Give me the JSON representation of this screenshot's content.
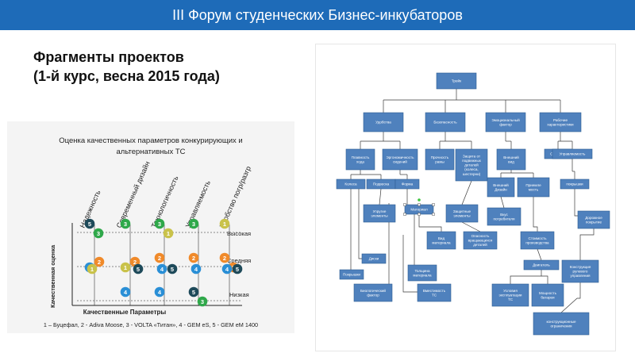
{
  "banner": {
    "title": "III Форум студенческих Бизнес-инкубаторов",
    "bg": "#1e6bb8"
  },
  "subtitle": {
    "line1": "Фрагменты проектов",
    "line2": "(1-й курс, весна 2015 года)"
  },
  "matrix": {
    "title_line1": "Оценка качественных параметров конкурирующих и",
    "title_line2": "альтернативных ТС",
    "params": [
      "Надежность",
      "Современный дизайн",
      "Технологичность",
      "Управляемость",
      "Удобство погр/разгр"
    ],
    "levels": [
      "Высокая",
      "Средняя",
      "Низкая"
    ],
    "ylabel": "Качественная оценка",
    "xlabel": "Качественные Параметры",
    "caption": "1 – Буцефал, 2 - Adiva Moose, 3 - VOLTA «Титан», 4 - GEM eS, 5 - GEM eM 1400",
    "colors": {
      "1": "#c9c24a",
      "2": "#f08a2a",
      "3": "#2fa84a",
      "4": "#2a8fd6",
      "5": "#1e4a5a"
    },
    "markers": [
      {
        "param": 0,
        "level": 0,
        "label": "5",
        "slot": 0
      },
      {
        "param": 0,
        "level": 0,
        "label": "3",
        "slot": 1
      },
      {
        "param": 0,
        "level": 1,
        "label": "4",
        "slot": 2
      },
      {
        "param": 0,
        "level": 1,
        "label": "2",
        "slot": 3
      },
      {
        "param": 0,
        "level": 1,
        "label": "1",
        "slot": 4
      },
      {
        "param": 1,
        "level": 0,
        "label": "3",
        "slot": 0
      },
      {
        "param": 1,
        "level": 1,
        "label": "1",
        "slot": 2
      },
      {
        "param": 1,
        "level": 1,
        "label": "2",
        "slot": 3
      },
      {
        "param": 1,
        "level": 1,
        "label": "5",
        "slot": 5
      },
      {
        "param": 1,
        "level": 2,
        "label": "4",
        "slot": 0
      },
      {
        "param": 2,
        "level": 0,
        "label": "3",
        "slot": 0
      },
      {
        "param": 2,
        "level": 0,
        "label": "1",
        "slot": 1
      },
      {
        "param": 2,
        "level": 1,
        "label": "2",
        "slot": 0
      },
      {
        "param": 2,
        "level": 1,
        "label": "4",
        "slot": 4
      },
      {
        "param": 2,
        "level": 1,
        "label": "5",
        "slot": 5
      },
      {
        "param": 2,
        "level": 2,
        "label": "4",
        "slot": 0
      },
      {
        "param": 3,
        "level": 0,
        "label": "3",
        "slot": 0
      },
      {
        "param": 3,
        "level": 1,
        "label": "2",
        "slot": 0
      },
      {
        "param": 3,
        "level": 1,
        "label": "4",
        "slot": 4
      },
      {
        "param": 3,
        "level": 2,
        "label": "5",
        "slot": 0
      },
      {
        "param": 3,
        "level": 2,
        "label": "3",
        "slot": 1
      },
      {
        "param": 4,
        "level": 0,
        "label": "1",
        "slot": 0
      },
      {
        "param": 4,
        "level": 1,
        "label": "2",
        "slot": 0
      },
      {
        "param": 4,
        "level": 1,
        "label": "2",
        "slot": 1
      },
      {
        "param": 4,
        "level": 1,
        "label": "4",
        "slot": 4
      },
      {
        "param": 4,
        "level": 1,
        "label": "5",
        "slot": 5
      }
    ]
  },
  "tree": {
    "box_fill": "#4f81bd",
    "box_stroke": "#2f5f93",
    "nodes": {
      "root": "Трейк",
      "udobstvo": "Удобства",
      "bezop": "Безопасность",
      "emoc": "Эмоциональный фактор",
      "rab": "Рабочие характеристики",
      "plav": "Плавность хода",
      "ergo": "Эргономичность сидений",
      "proch": "Прочность рамы",
      "zash": "Защита от подвижных деталей (колеса, шестерни)",
      "vnvid": "Внешний вид",
      "skor": "Скорость",
      "uprav": "Управляемость",
      "kolesa": "Колеса",
      "podveska": "Подвеска",
      "forma": "Форма",
      "vndiz": "Внешний Дизайн",
      "priem": "Приемле мость",
      "pokr1": "покрышки",
      "material": "Материал",
      "uprugie": "Упругие элементы",
      "zashel": "Защитные элементы",
      "vkus": "Вкус потребителя",
      "dorpokr": "Дорожное покрытие",
      "vidmat": "Вид материала",
      "opasn": "Опасность вращающихся деталей",
      "stoim": "Стоимость производства",
      "diski": "Диски",
      "pokr2": "Покрышки",
      "tolsh": "Толщина материала",
      "dvig": "Двигатель",
      "konstr": "Конструкция рулевого управления",
      "bio": "Биологический фактор",
      "vmest": "Вместимость ТС",
      "usl": "Условия эксплуатации ТС",
      "mosh": "Мощность батареи",
      "ogr": "конструкционные ограничения"
    }
  }
}
